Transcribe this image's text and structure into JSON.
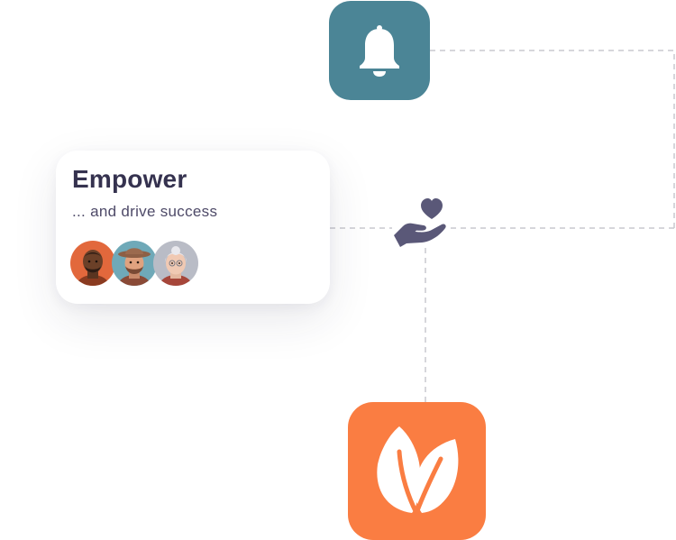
{
  "card": {
    "title": "Empower",
    "subtitle": "... and drive success"
  },
  "avatars": [
    {
      "name": "avatar-1",
      "color": "#e2683c"
    },
    {
      "name": "avatar-2",
      "color": "#6fa9b8"
    },
    {
      "name": "avatar-3",
      "color": "#b9bcc6"
    }
  ],
  "icons": {
    "notification": "bell-icon",
    "care": "hand-heart-icon",
    "brand": "leaf-logo-icon"
  },
  "colors": {
    "bell_tile": "#4b8596",
    "leaf_tile": "#fa7d42",
    "title_text": "#35324f",
    "care_icon": "#5a5878",
    "connector_line": "#c9c9cf"
  }
}
